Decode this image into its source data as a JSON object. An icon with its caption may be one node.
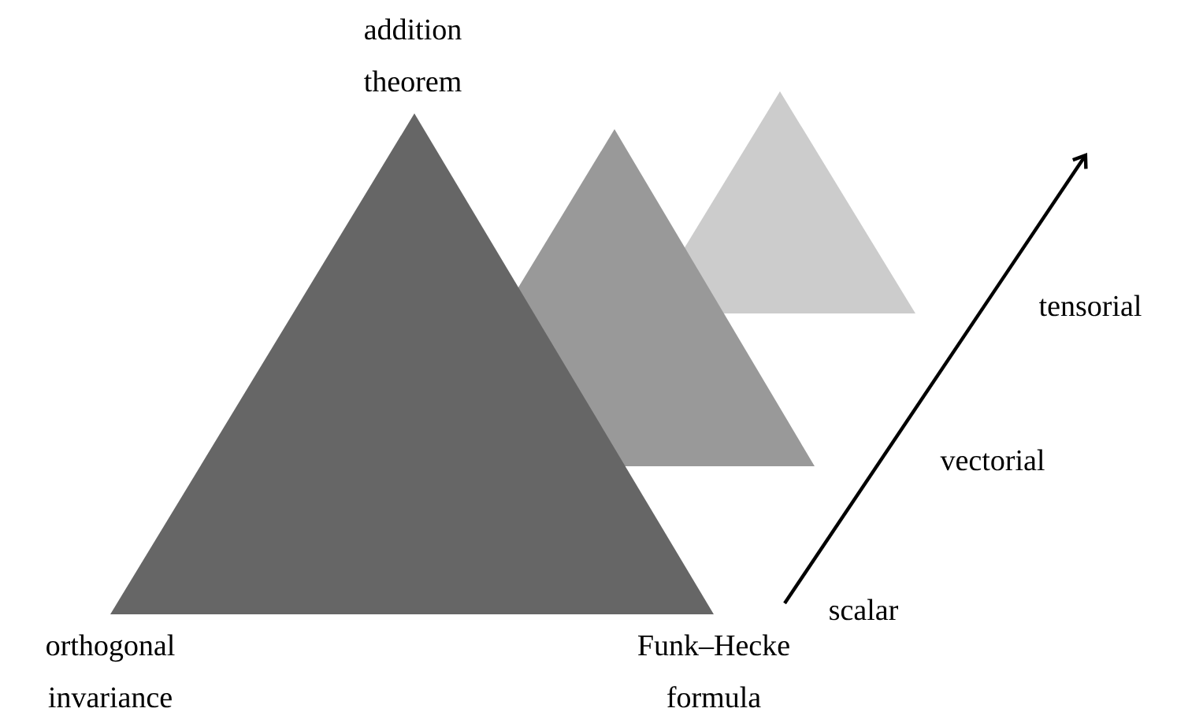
{
  "diagram": {
    "labels": [
      "addition theorem",
      "tensorial",
      "vectorial",
      "orthogonal invariance",
      "scalar",
      "Funk–Hecke formula"
    ]
  }
}
